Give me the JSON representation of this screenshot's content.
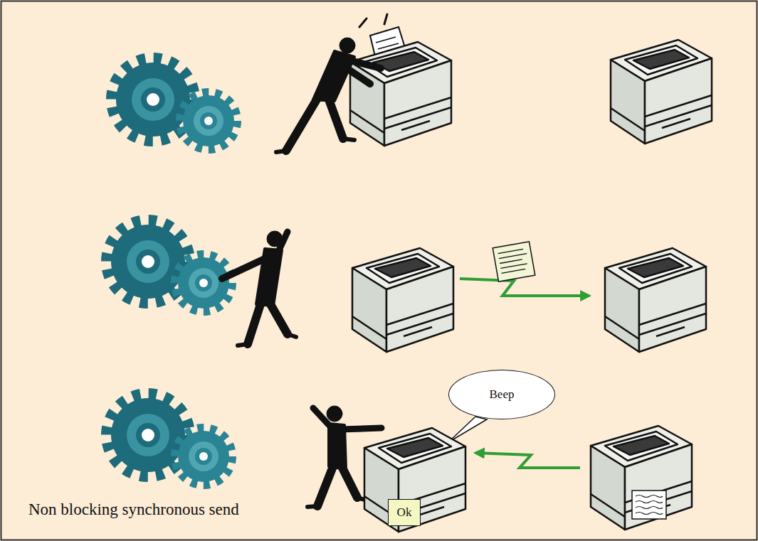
{
  "diagram": {
    "caption": "Non blocking synchronous send",
    "nodes": [
      {
        "text": [
          "Beep"
        ]
      },
      {
        "text": [
          "Ok"
        ]
      }
    ]
  }
}
